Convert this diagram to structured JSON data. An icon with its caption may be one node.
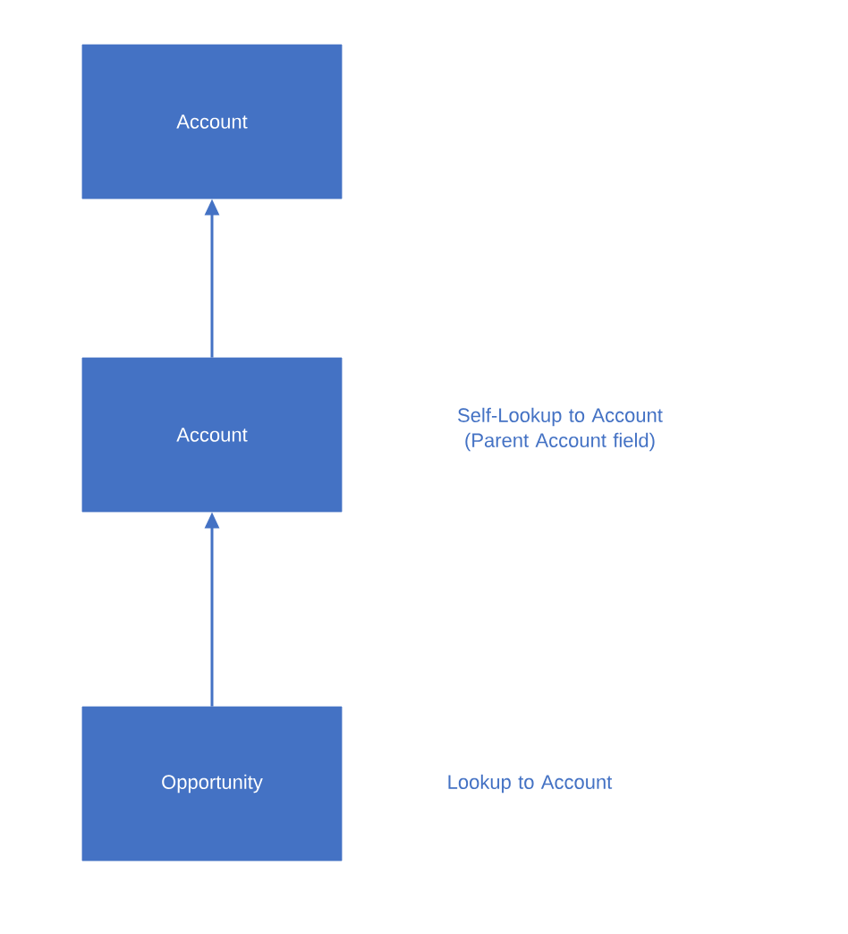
{
  "diagram": {
    "nodes": [
      {
        "text": [
          "Account"
        ]
      },
      {
        "text": [
          "Account"
        ]
      },
      {
        "text": [
          "Opportunity"
        ]
      }
    ],
    "edges": [
      {
        "from": 1,
        "to": 0,
        "arrow": "to"
      },
      {
        "from": 2,
        "to": 1,
        "arrow": "to"
      }
    ],
    "labels": [
      "Self-Lookup to Account (Parent Account field)",
      "Lookup to Account"
    ]
  }
}
